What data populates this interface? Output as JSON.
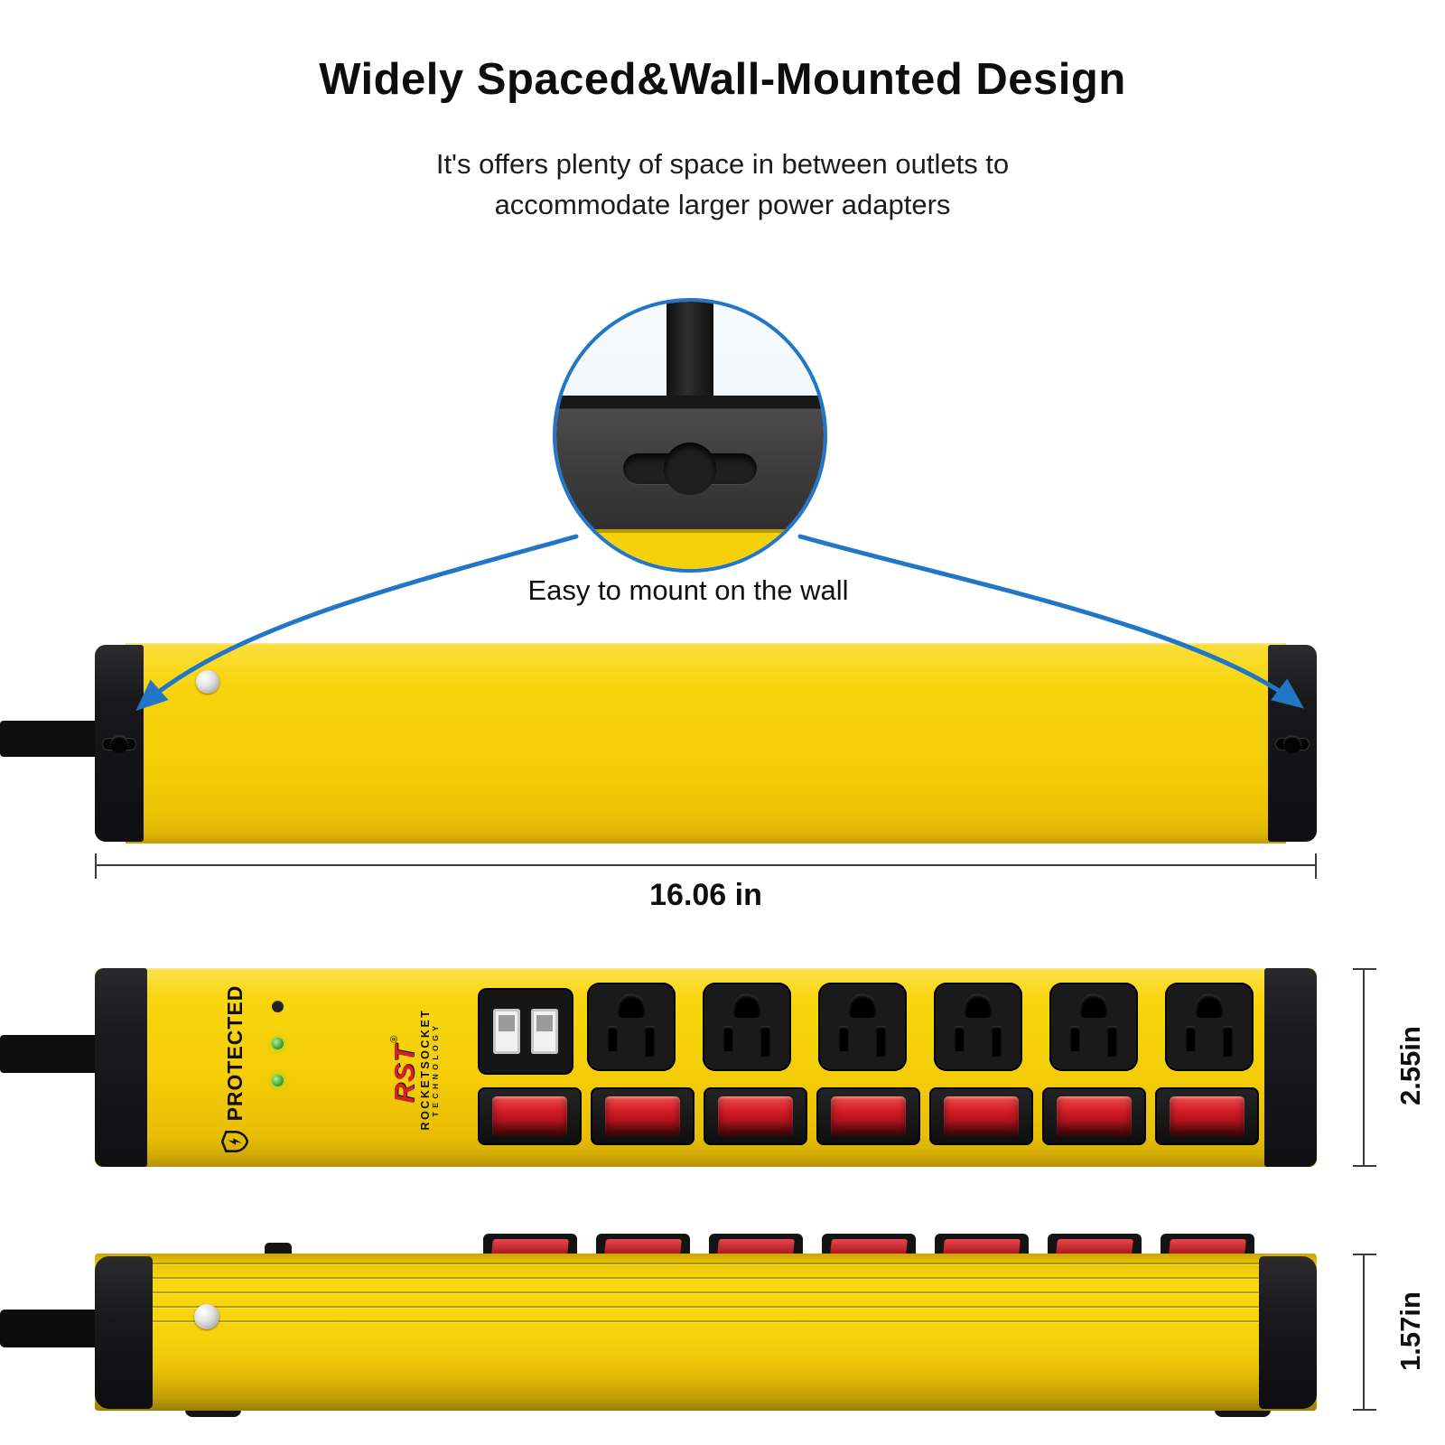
{
  "header": {
    "title": "Widely Spaced&Wall-Mounted Design",
    "subtitle_line1": "It's offers plenty of space in between outlets to",
    "subtitle_line2": "accommodate larger power adapters"
  },
  "callout": {
    "label": "Easy to mount on the wall"
  },
  "dimensions": {
    "length": "16.06 in",
    "height": "2.55in",
    "depth": "1.57in"
  },
  "device": {
    "protected_label": "PROTECTED",
    "brand": "RST",
    "brand_reg": "®",
    "brand_line1": "ROCKETSOCKET",
    "brand_line2": "TECHNOLOGY",
    "outlet_count": 6,
    "switch_count": 7,
    "usb_port_count": 2
  },
  "colors": {
    "body_yellow": "#F5D10B",
    "arrow_blue": "#2176C7",
    "switch_red": "#C1121C",
    "cap_black": "#1A1A1C",
    "led_green": "#3DA33A",
    "brand_red": "#D42027"
  },
  "icons": {
    "shield-icon": "shield with lightning bolt",
    "keyhole-icon": "wall-mount keyhole slot",
    "usb-port-icon": "USB-A charging port",
    "outlet-icon": "grounded AC outlet",
    "rocker-switch-icon": "red rocker switch",
    "screw-icon": "metal screw head",
    "led-indicator": "status LED"
  }
}
